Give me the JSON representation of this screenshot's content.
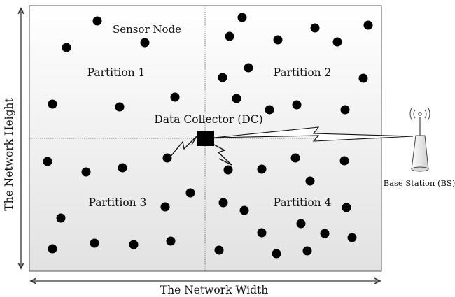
{
  "labels": {
    "sensor_node": "Sensor Node",
    "partition_1": "Partition 1",
    "partition_2": "Partition 2",
    "partition_3": "Partition 3",
    "partition_4": "Partition 4",
    "data_collector": "Data Collector (DC)",
    "base_station": "Base Station (BS)",
    "network_width": "The Network Width",
    "network_height": "The Network Height"
  },
  "colors": {
    "field_top": "#ffffff",
    "field_bottom": "#e3e3e3",
    "node": "#000000",
    "border": "#555555"
  },
  "icons": {
    "sensor": "sensor-node-dot",
    "collector": "data-collector-square",
    "base_station": "antenna-tower-icon",
    "link": "lightning-link"
  }
}
